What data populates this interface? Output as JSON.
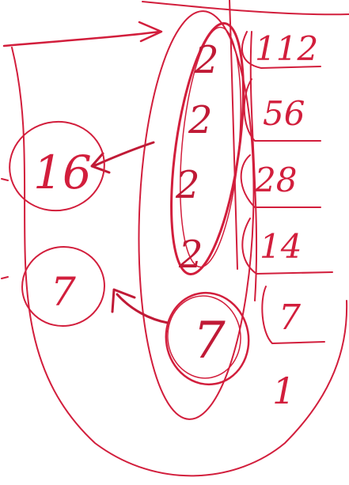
{
  "colors": {
    "ink": "#d21e3c",
    "ink_dark": "#b30f2c",
    "paper": "#ffffff"
  },
  "division_ladder": {
    "divisors": [
      "2",
      "2",
      "2",
      "2"
    ],
    "quotients": [
      "112",
      "56",
      "28",
      "14",
      "7",
      "1"
    ]
  },
  "results": {
    "product_of_twos": "16",
    "remaining_factor": "7",
    "circled_seven": "7"
  }
}
